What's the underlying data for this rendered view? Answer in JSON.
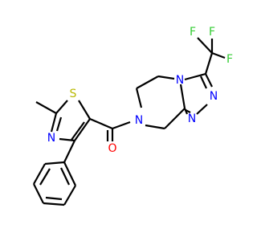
{
  "atoms": {
    "s1": {
      "symbol": "S",
      "color": "#b8b800"
    },
    "n_thiazole": {
      "symbol": "N",
      "color": "#0000ff"
    },
    "o1": {
      "symbol": "O",
      "color": "#ff0000"
    },
    "n_amide": {
      "symbol": "N",
      "color": "#0000ff"
    },
    "n_triazole_top": {
      "symbol": "N",
      "color": "#0000ff"
    },
    "n_triazole_right": {
      "symbol": "N",
      "color": "#0000ff"
    },
    "n_triazole_bottom": {
      "symbol": "N",
      "color": "#0000ff"
    },
    "f1": {
      "symbol": "F",
      "color": "#33cc33"
    },
    "f2": {
      "symbol": "F",
      "color": "#33cc33"
    },
    "f3": {
      "symbol": "F",
      "color": "#33cc33"
    }
  }
}
